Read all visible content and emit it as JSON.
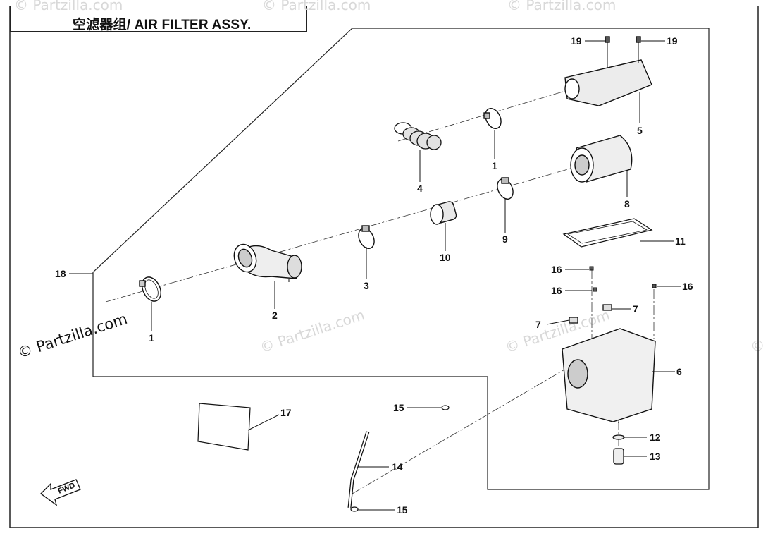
{
  "title": "空滤器组/ AIR FILTER ASSY.",
  "watermark": "© Partzilla.com",
  "fwd_label": "FWD",
  "callouts": {
    "c1a": "1",
    "c1b": "1",
    "c2": "2",
    "c3": "3",
    "c4": "4",
    "c5": "5",
    "c6": "6",
    "c7a": "7",
    "c7b": "7",
    "c8": "8",
    "c9": "9",
    "c10": "10",
    "c11": "11",
    "c12": "12",
    "c13": "13",
    "c14": "14",
    "c15a": "15",
    "c15b": "15",
    "c16a": "16",
    "c16b": "16",
    "c16c": "16",
    "c17": "17",
    "c18": "18",
    "c19a": "19",
    "c19b": "19"
  }
}
